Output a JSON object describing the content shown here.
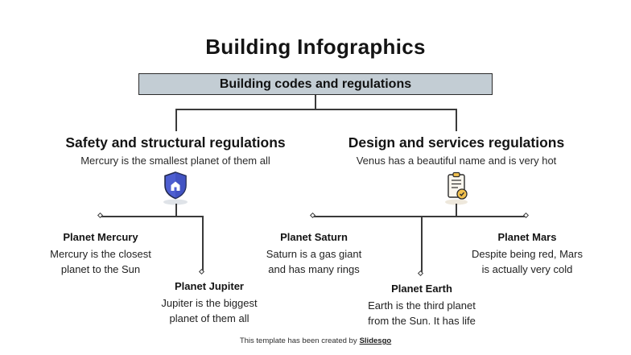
{
  "slide": {
    "title": "Building Infographics",
    "root_label": "Building codes and regulations"
  },
  "branches": {
    "left": {
      "heading": "Safety and structural regulations",
      "subtitle": "Mercury is the smallest planet of them all",
      "icon": "security-shield-icon"
    },
    "right": {
      "heading": "Design and services regulations",
      "subtitle": "Venus has a beautiful name and is very hot",
      "icon": "clipboard-check-icon"
    }
  },
  "nodes": {
    "mercury": {
      "title": "Planet Mercury",
      "desc": "Mercury is the closest\nplanet to the Sun"
    },
    "jupiter": {
      "title": "Planet Jupiter",
      "desc": "Jupiter is the biggest\nplanet of them all"
    },
    "saturn": {
      "title": "Planet Saturn",
      "desc": "Saturn is a gas giant\nand has many rings"
    },
    "earth": {
      "title": "Planet Earth",
      "desc": "Earth is the third planet\nfrom the Sun. It has life"
    },
    "mars": {
      "title": "Planet Mars",
      "desc": "Despite being red, Mars\nis actually very cold"
    }
  },
  "footer": {
    "text": "This template has been created by",
    "brand": "Slidesgo"
  },
  "colors": {
    "root_box_bg": "#c3cdd4",
    "connector_line": "#3a3a3a",
    "shield_blue": "#4d5ed1",
    "accent_yellow": "#f2c14e"
  }
}
